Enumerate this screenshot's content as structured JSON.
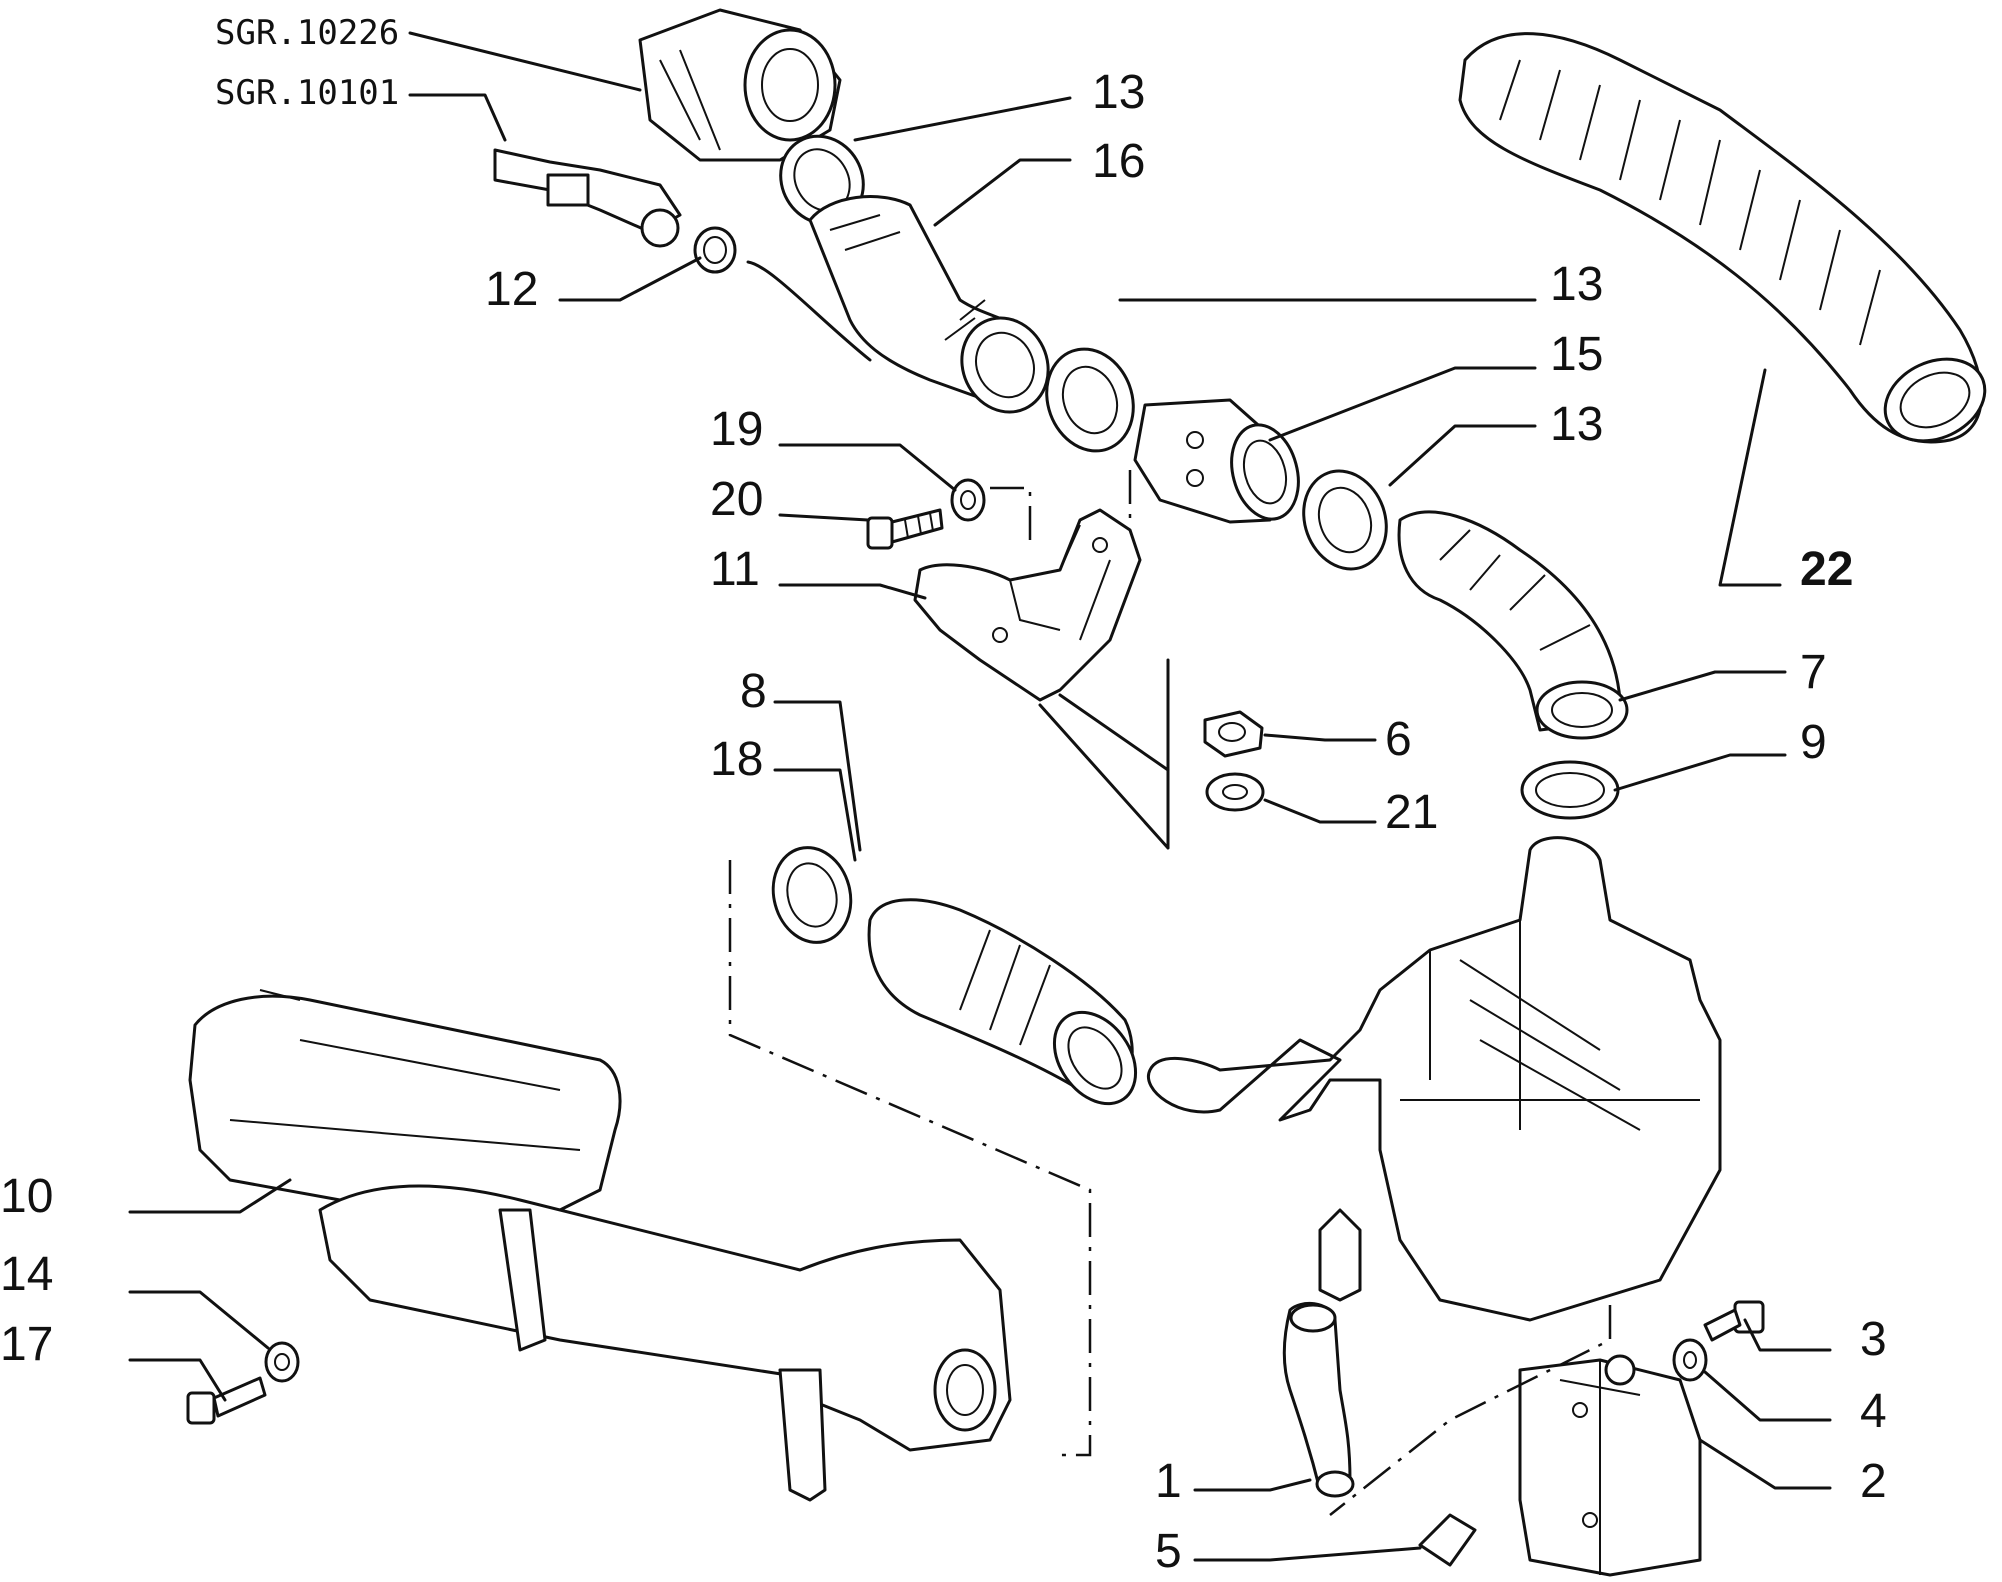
{
  "diagram": {
    "refs": [
      "SGR.10226",
      "SGR.10101"
    ],
    "labels": {
      "p1": "1",
      "p2": "2",
      "p3": "3",
      "p4": "4",
      "p5": "5",
      "p6": "6",
      "p7": "7",
      "p8": "8",
      "p9": "9",
      "p10": "10",
      "p11": "11",
      "p12": "12",
      "p13a": "13",
      "p13b": "13",
      "p13c": "13",
      "p14": "14",
      "p15": "15",
      "p16": "16",
      "p17": "17",
      "p18": "18",
      "p19": "19",
      "p20": "20",
      "p21": "21",
      "p22": "22"
    }
  }
}
